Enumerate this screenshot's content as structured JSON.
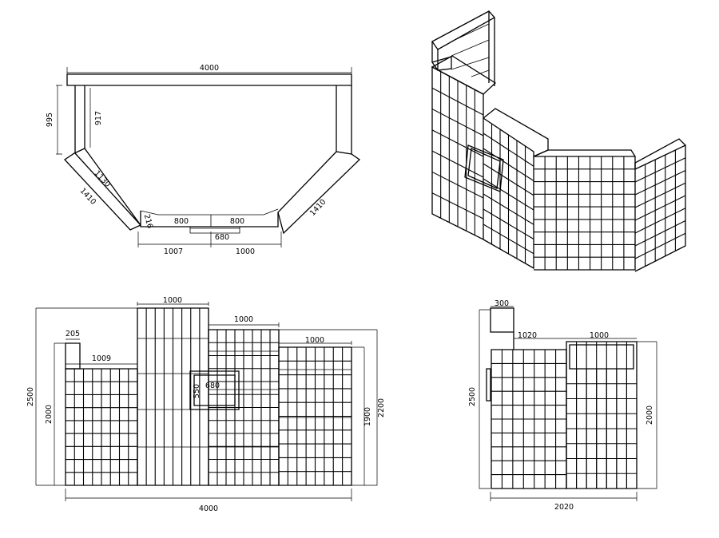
{
  "plan": {
    "dim_width": "4000",
    "dim_depth_outer": "995",
    "dim_depth_inner": "917",
    "dim_diag_inner": "1130",
    "dim_diag_outer": "1410",
    "dim_diag_right": "1410",
    "dim_short": "216",
    "dim_seg_left": "800",
    "dim_seg_right": "800",
    "dim_niche": "680",
    "dim_base_left": "1007",
    "dim_base_right": "1000"
  },
  "front": {
    "dim_col2_width": "1000",
    "dim_col3_width": "1000",
    "dim_col4_width": "1000",
    "dim_col1_width": "1009",
    "dim_post": "205",
    "dim_niche_w": "680",
    "dim_niche_h": "550",
    "dim_total_width": "4000",
    "dim_height_max": "2500",
    "dim_height_left": "2000",
    "dim_height_right_inner": "1900",
    "dim_height_right_outer": "2200"
  },
  "side": {
    "dim_post": "300",
    "dim_left_width": "1020",
    "dim_right_width": "1000",
    "dim_height_max": "2500",
    "dim_height_right": "2000",
    "dim_total_width": "2020"
  }
}
